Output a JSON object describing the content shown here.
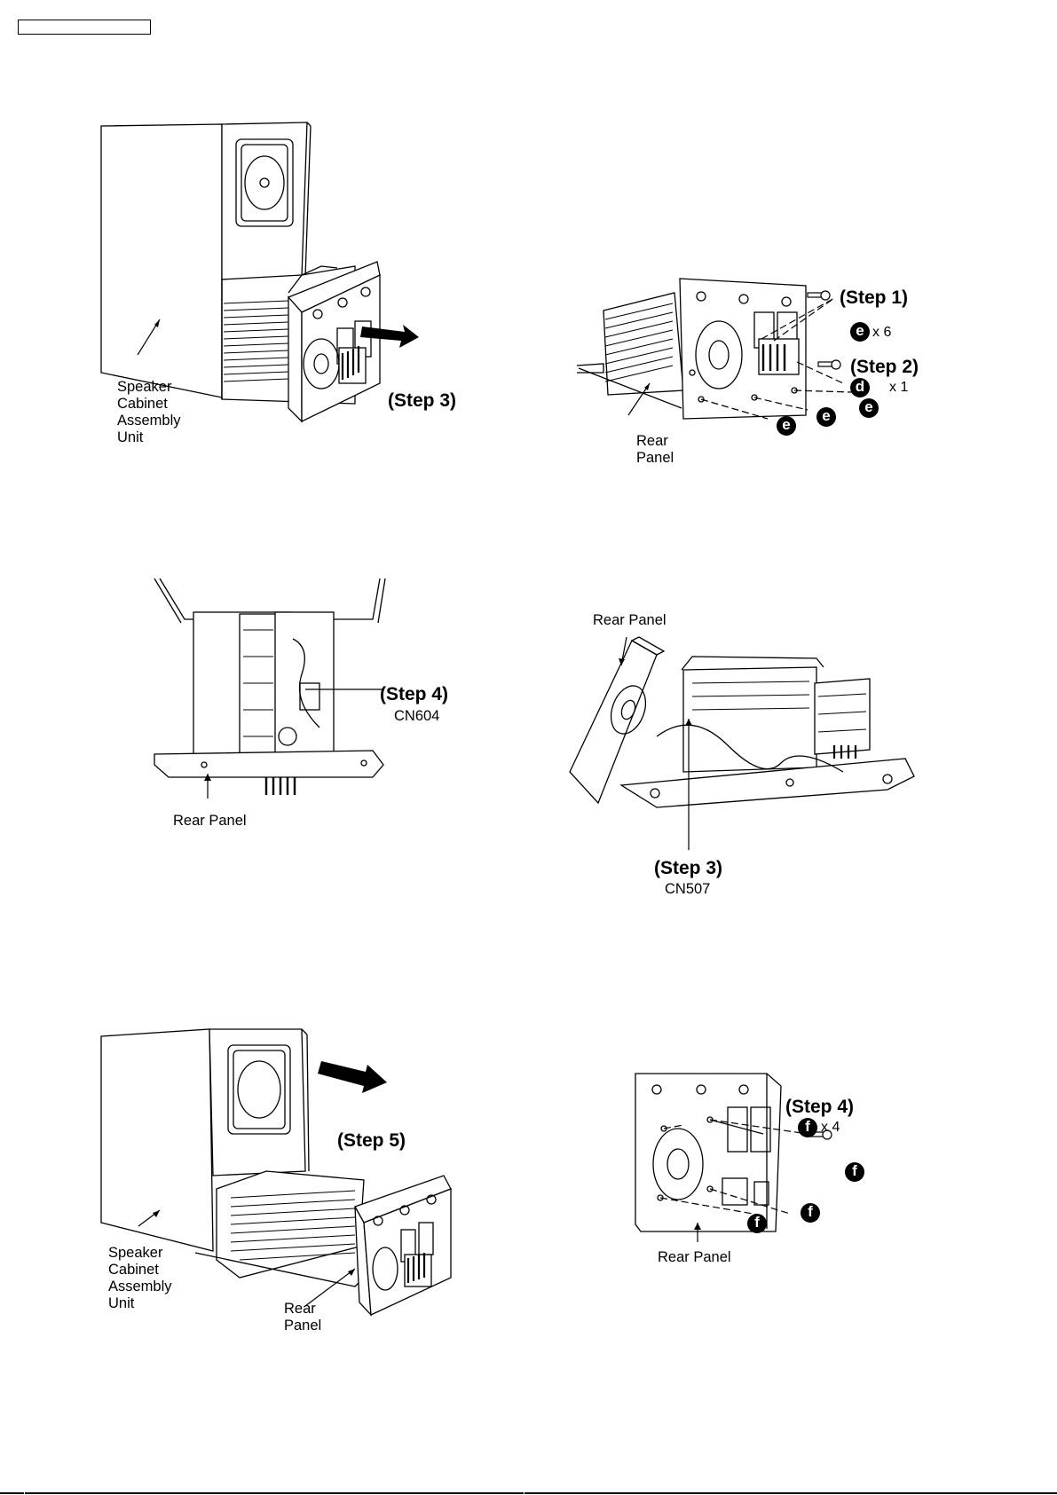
{
  "header": {
    "box_text": ""
  },
  "fig1": {
    "unit_label": "Speaker\nCabinet\nAssembly\nUnit",
    "step": "(Step 3)"
  },
  "fig2": {
    "step1": "(Step 1)",
    "qty1": "x 6",
    "screw1": "e",
    "step2": "(Step 2)",
    "qty2": "x 1",
    "screw2": "d",
    "screw_e": "e",
    "panel_label": "Rear\nPanel"
  },
  "fig3": {
    "step": "(Step 4)",
    "connector": "CN604",
    "panel_label": "Rear Panel"
  },
  "fig4": {
    "panel_label": "Rear Panel",
    "step": "(Step 3)",
    "connector": "CN507"
  },
  "fig5": {
    "step": "(Step 5)",
    "unit_label": "Speaker\nCabinet\nAssembly\nUnit",
    "panel_label": "Rear\nPanel"
  },
  "fig6": {
    "step": "(Step 4)",
    "qty": "x 4",
    "screw": "f",
    "panel_label": "Rear Panel"
  }
}
